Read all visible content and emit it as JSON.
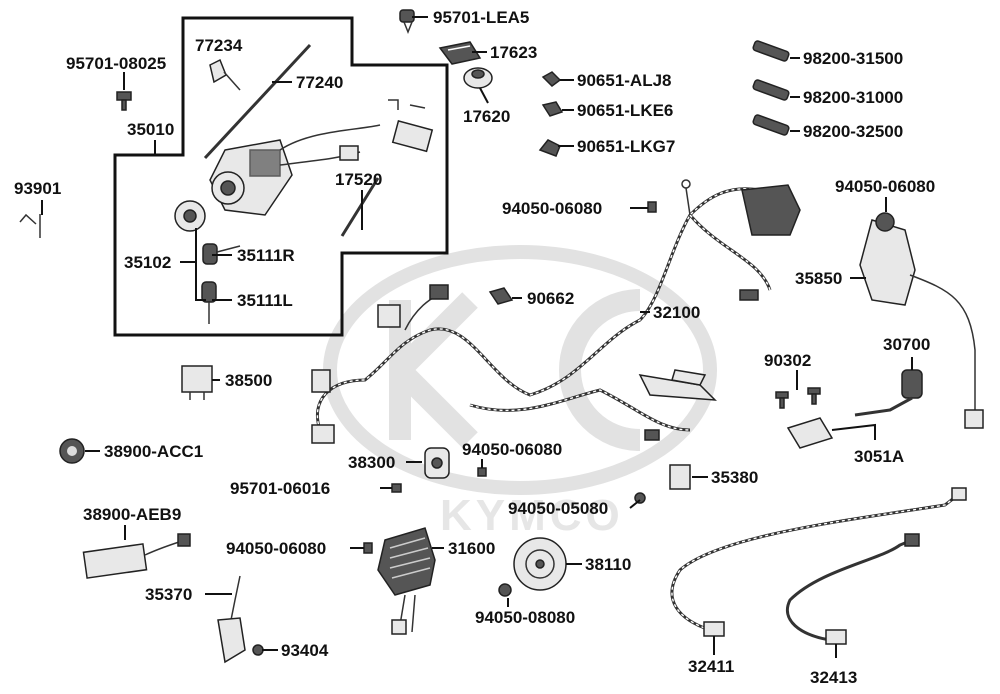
{
  "watermark": {
    "brand": "KYMCO",
    "color": "#d9d9d9"
  },
  "labels": {
    "l95701LEA5": "95701-LEA5",
    "l17623": "17623",
    "l17620": "17620",
    "l90651ALJ8": "90651-ALJ8",
    "l90651LKE6": "90651-LKE6",
    "l90651LKG7": "90651-LKG7",
    "l98200_31500": "98200-31500",
    "l98200_31000": "98200-31000",
    "l98200_32500": "98200-32500",
    "l77234": "77234",
    "l77240": "77240",
    "l95701_08025": "95701-08025",
    "l35010": "35010",
    "l17520": "17520",
    "l93901": "93901",
    "l35102": "35102",
    "l35111R": "35111R",
    "l35111L": "35111L",
    "l94050_06080_a": "94050-06080",
    "l94050_06080_b": "94050-06080",
    "l90662": "90662",
    "l32100": "32100",
    "l35850": "35850",
    "l30700": "30700",
    "l90302": "90302",
    "l3051A": "3051A",
    "l38500": "38500",
    "l38900ACC1": "38900-ACC1",
    "l38300": "38300",
    "l94050_06080_c": "94050-06080",
    "l95701_06016": "95701-06016",
    "l35380": "35380",
    "l94050_05080": "94050-05080",
    "l38900AEB9": "38900-AEB9",
    "l94050_06080_d": "94050-06080",
    "l31600": "31600",
    "l38110": "38110",
    "l35370": "35370",
    "l93404": "93404",
    "l94050_08080": "94050-08080",
    "l32411": "32411",
    "l32413": "32413"
  }
}
